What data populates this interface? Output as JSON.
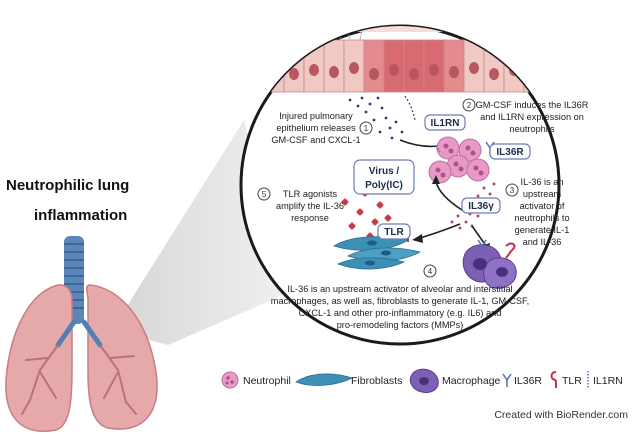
{
  "title": {
    "line1": "Neutrophilic lung",
    "line2": "inflammation"
  },
  "steps": [
    {
      "num": "1",
      "lines": [
        "Injured pulmonary",
        "epithelium releases",
        "GM-CSF and CXCL-1"
      ]
    },
    {
      "num": "2",
      "lines": [
        "GM-CSF induces the IL36R",
        "and IL1RN expression on",
        "neutrophils"
      ]
    },
    {
      "num": "3",
      "lines": [
        "IL-36 is an",
        "upstream",
        "activator of",
        "neutrophils to",
        "generate IL-1",
        "and IL-36"
      ]
    },
    {
      "num": "4",
      "lines": [
        "IL-36 is an upstream activator of alveolar and interstitial",
        "macrophages, as well as, fibroblasts to generate IL-1, GM-CSF,",
        "CXCL-1 and other pro-inflammatory (e.g. IL6) and",
        "pro-remodeling factors (MMPs)"
      ]
    },
    {
      "num": "5",
      "lines": [
        "TLR agonists",
        "amplify the IL-36",
        "response"
      ]
    }
  ],
  "labels": {
    "il1rn": "IL1RN",
    "il36r": "IL36R",
    "il36y": "IL36γ",
    "tlr": "TLR",
    "virus_line1": "Virus /",
    "virus_line2": "Poly(IC)"
  },
  "legend": {
    "neutrophil": "Neutrophil",
    "fibroblasts": "Fibroblasts",
    "macrophage": "Macrophage",
    "il36r": "IL36R",
    "tlr": "TLR",
    "il1rn": "IL1RN"
  },
  "credit": "Created with BioRender.com",
  "colors": {
    "lung": "#e5a9a9",
    "lung_dark": "#c97d83",
    "trachea": "#5b86b8",
    "neutrophil": "#e89ac6",
    "fibroblast": "#3e8fb5",
    "macrophage": "#7d5fb5",
    "epithelium": "#f0c9c5",
    "epithelium_injured": "#d86a72",
    "accent_navy": "#1d2b4f"
  }
}
